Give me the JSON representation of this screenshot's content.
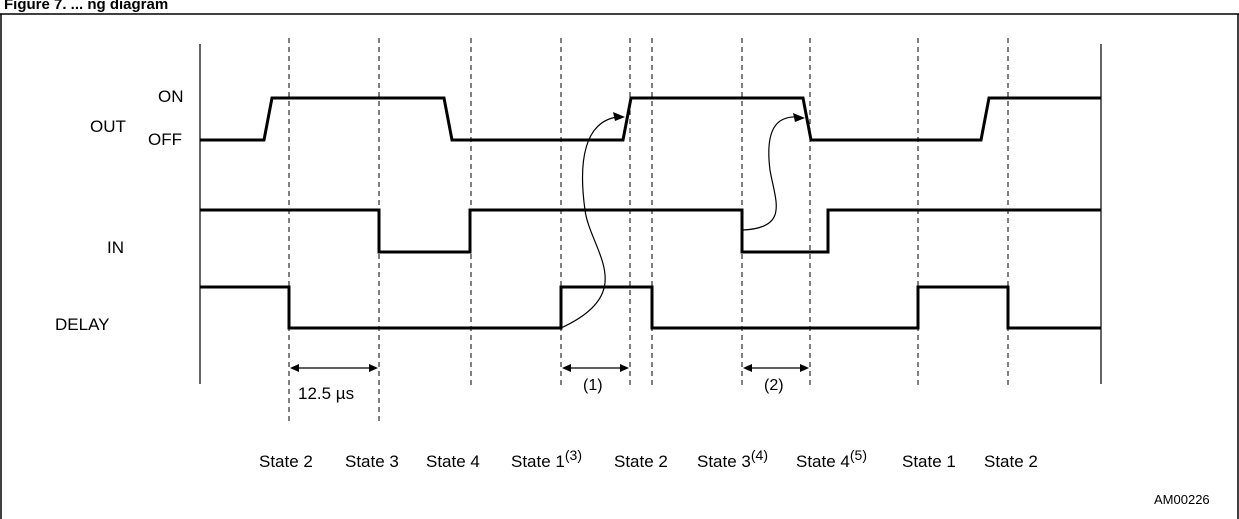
{
  "figure": {
    "caption_fragment": "Figure 7. ... ng diagram",
    "code": "AM00226"
  },
  "signals": {
    "out": {
      "name": "OUT",
      "on_label": "ON",
      "off_label": "OFF"
    },
    "in": {
      "name": "IN"
    },
    "delay": {
      "name": "DELAY"
    }
  },
  "annotations": {
    "period": "12.5 µs",
    "note1": "(1)",
    "note2": "(2)"
  },
  "states": [
    {
      "label": "State 2",
      "sup": ""
    },
    {
      "label": "State 3",
      "sup": ""
    },
    {
      "label": "State 4",
      "sup": ""
    },
    {
      "label": "State 1",
      "sup": "(3)"
    },
    {
      "label": "State 2",
      "sup": ""
    },
    {
      "label": "State 3",
      "sup": "(4)"
    },
    {
      "label": "State 4",
      "sup": "(5)"
    },
    {
      "label": "State 1",
      "sup": ""
    },
    {
      "label": "State 2",
      "sup": ""
    }
  ]
}
